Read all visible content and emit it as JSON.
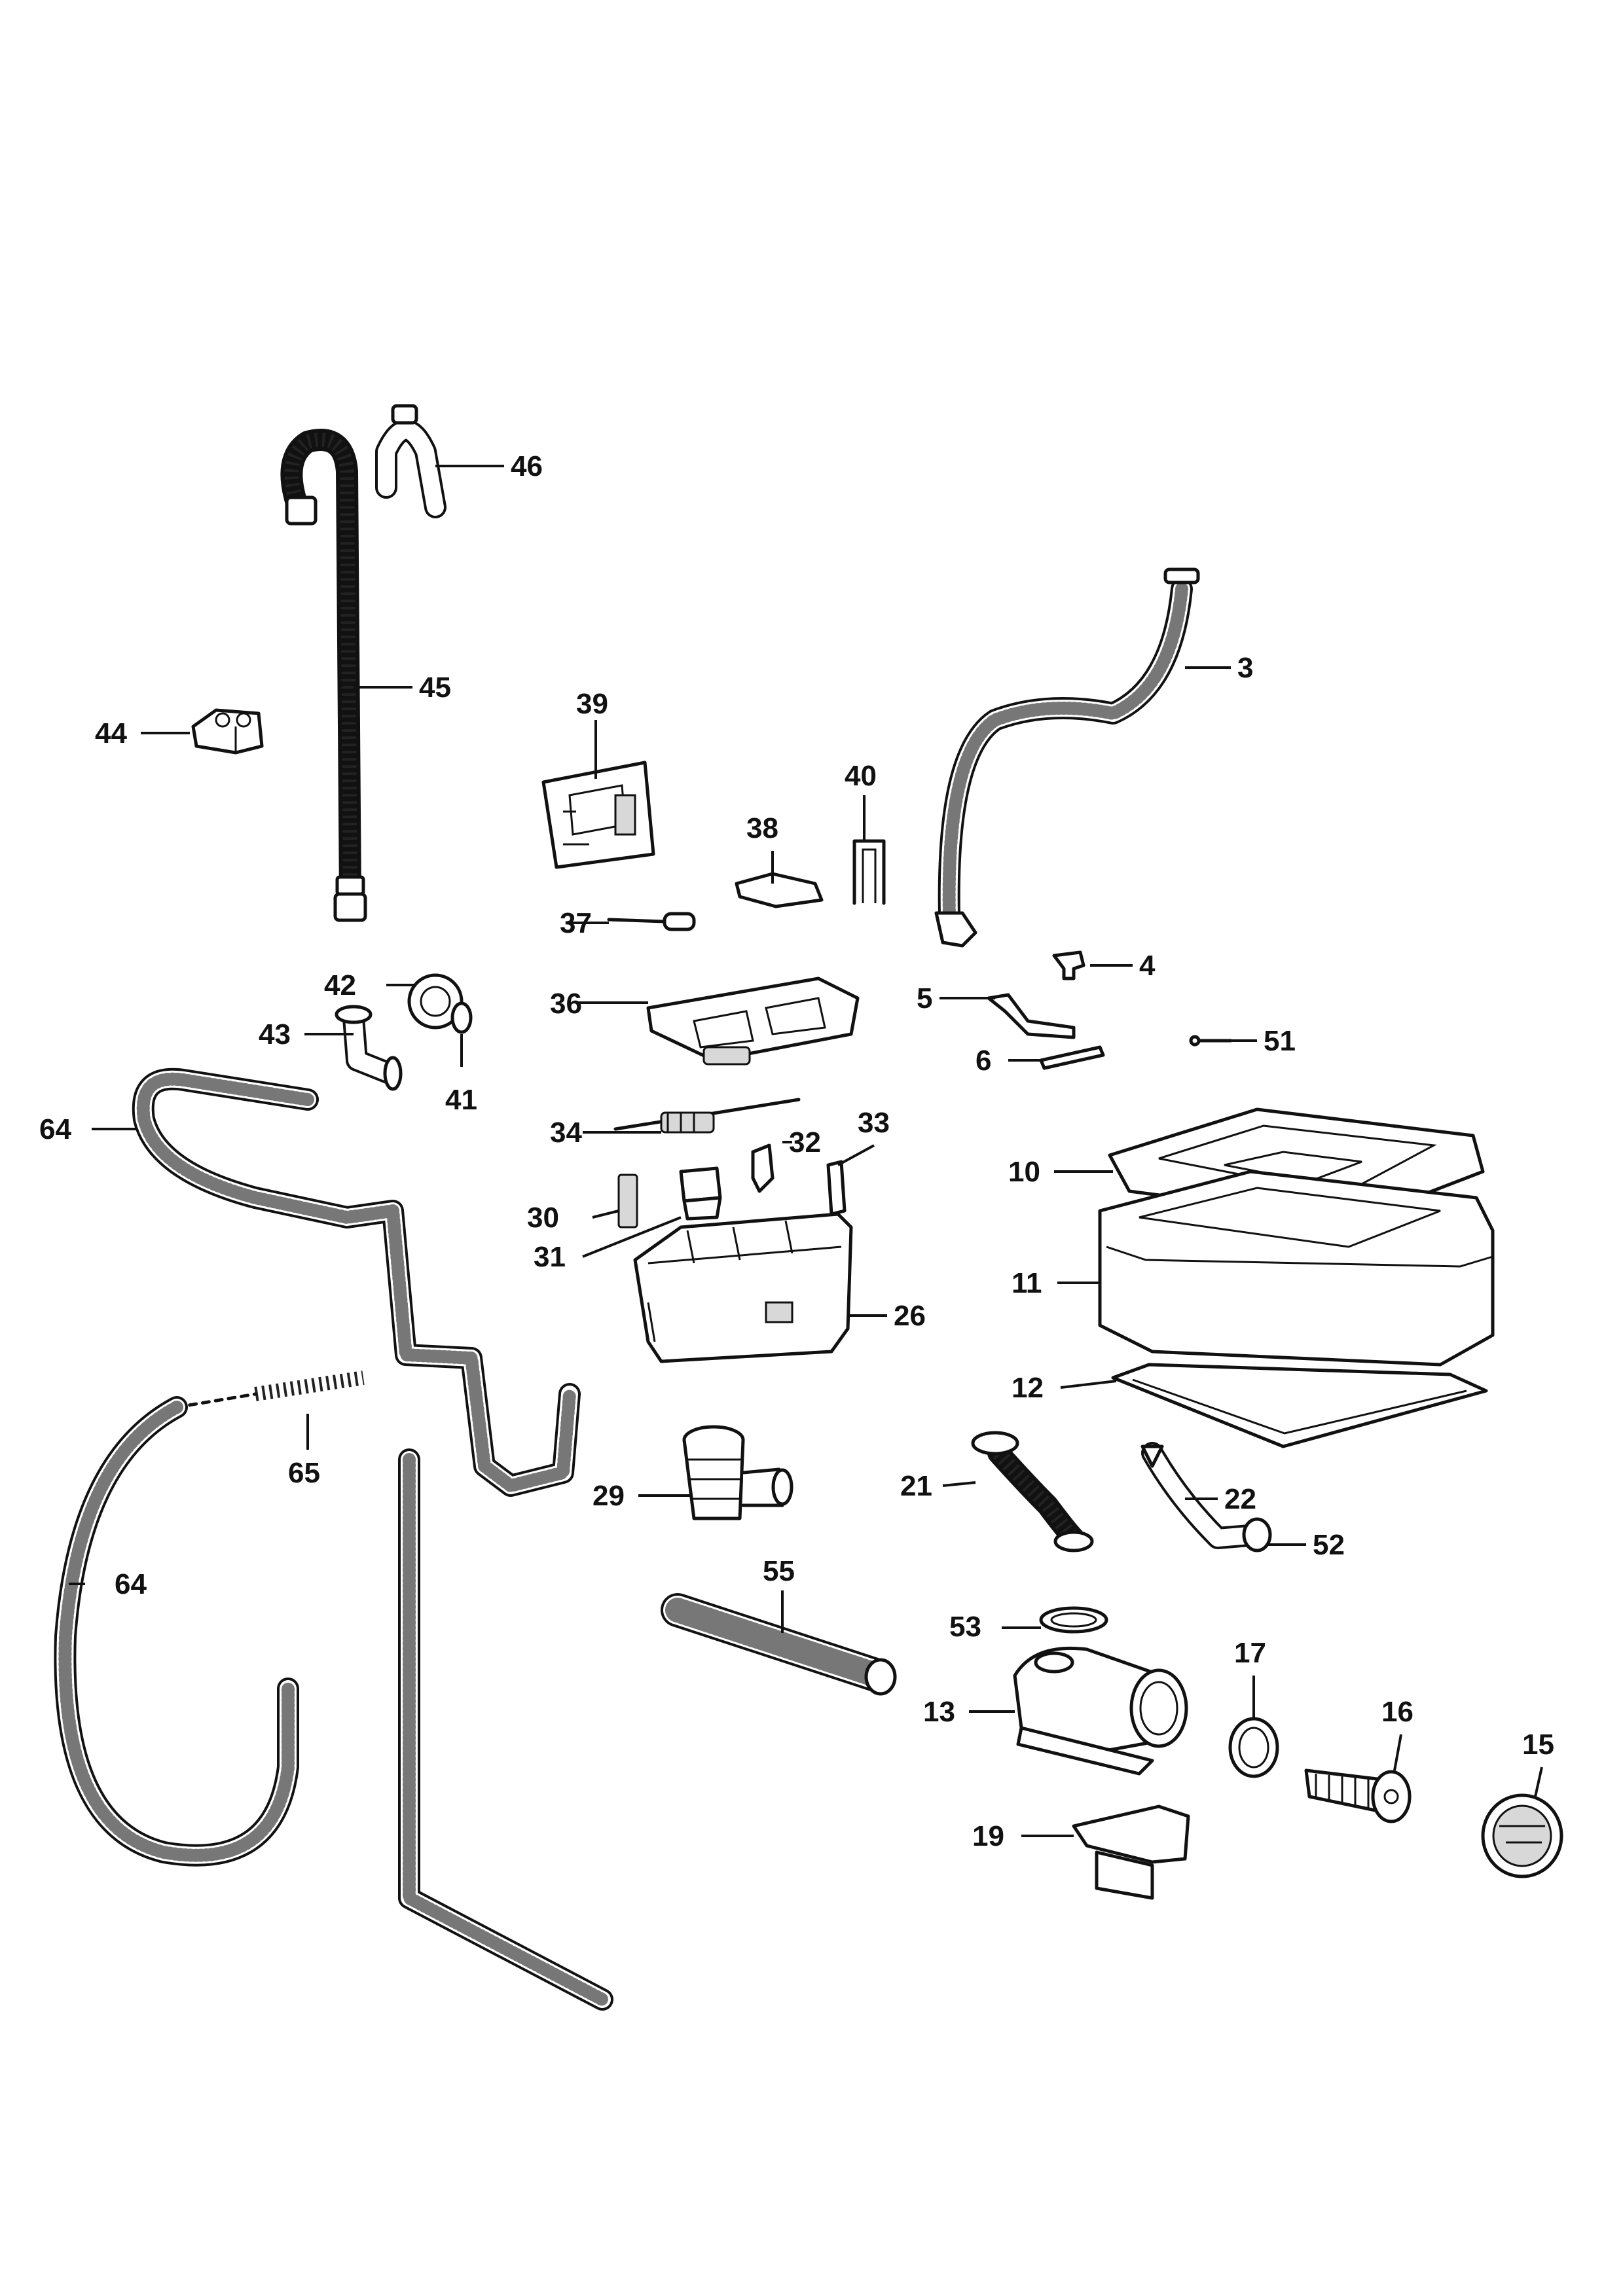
{
  "parts": [
    {
      "label": "3"
    },
    {
      "label": "4"
    },
    {
      "label": "5"
    },
    {
      "label": "6"
    },
    {
      "label": "10"
    },
    {
      "label": "11"
    },
    {
      "label": "12"
    },
    {
      "label": "13"
    },
    {
      "label": "15"
    },
    {
      "label": "16"
    },
    {
      "label": "17"
    },
    {
      "label": "19"
    },
    {
      "label": "21"
    },
    {
      "label": "22"
    },
    {
      "label": "26"
    },
    {
      "label": "29"
    },
    {
      "label": "30"
    },
    {
      "label": "31"
    },
    {
      "label": "32"
    },
    {
      "label": "33"
    },
    {
      "label": "34"
    },
    {
      "label": "36"
    },
    {
      "label": "37"
    },
    {
      "label": "38"
    },
    {
      "label": "39"
    },
    {
      "label": "40"
    },
    {
      "label": "41"
    },
    {
      "label": "42"
    },
    {
      "label": "43"
    },
    {
      "label": "44"
    },
    {
      "label": "45"
    },
    {
      "label": "46"
    },
    {
      "label": "51"
    },
    {
      "label": "52"
    },
    {
      "label": "53"
    },
    {
      "label": "55"
    },
    {
      "label": "64"
    },
    {
      "label": "64"
    },
    {
      "label": "65"
    }
  ]
}
